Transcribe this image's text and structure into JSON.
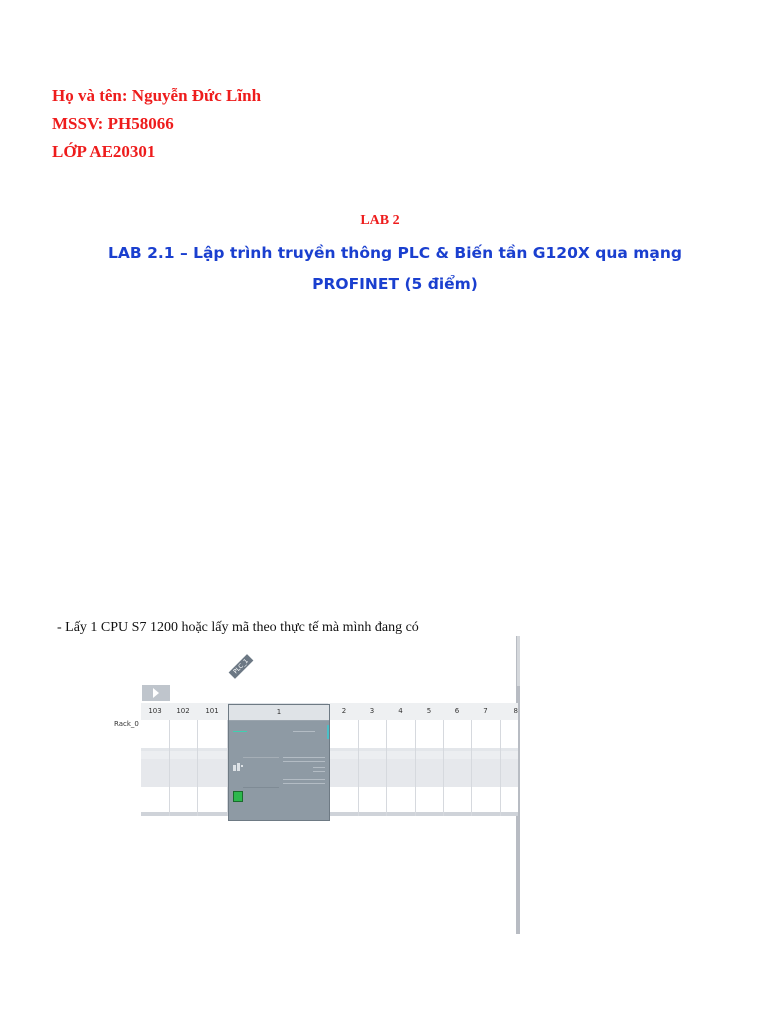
{
  "header": {
    "name_line": "Họ và tên: Nguyễn Đức Lĩnh",
    "student_id_line": "MSSV: PH58066",
    "class_line": "LỚP AE20301"
  },
  "lab": {
    "label": "LAB 2",
    "title_line1": "LAB 2.1 – Lập trình truyền thông PLC & Biến tần G120X qua mạng",
    "title_line2": "PROFINET (5 điểm)"
  },
  "instruction": "- Lấy 1 CPU S7 1200 hoặc lấy mã theo thực tế mà mình đang có",
  "figure": {
    "rack_label": "Rack_0",
    "rack_tag": "PLC_1",
    "slot_numbers": [
      "103",
      "102",
      "101",
      "1",
      "2",
      "3",
      "4",
      "5",
      "6",
      "7",
      "8"
    ]
  },
  "colors": {
    "header_red": "#ee1c1c",
    "title_blue": "#1a3fcf"
  }
}
